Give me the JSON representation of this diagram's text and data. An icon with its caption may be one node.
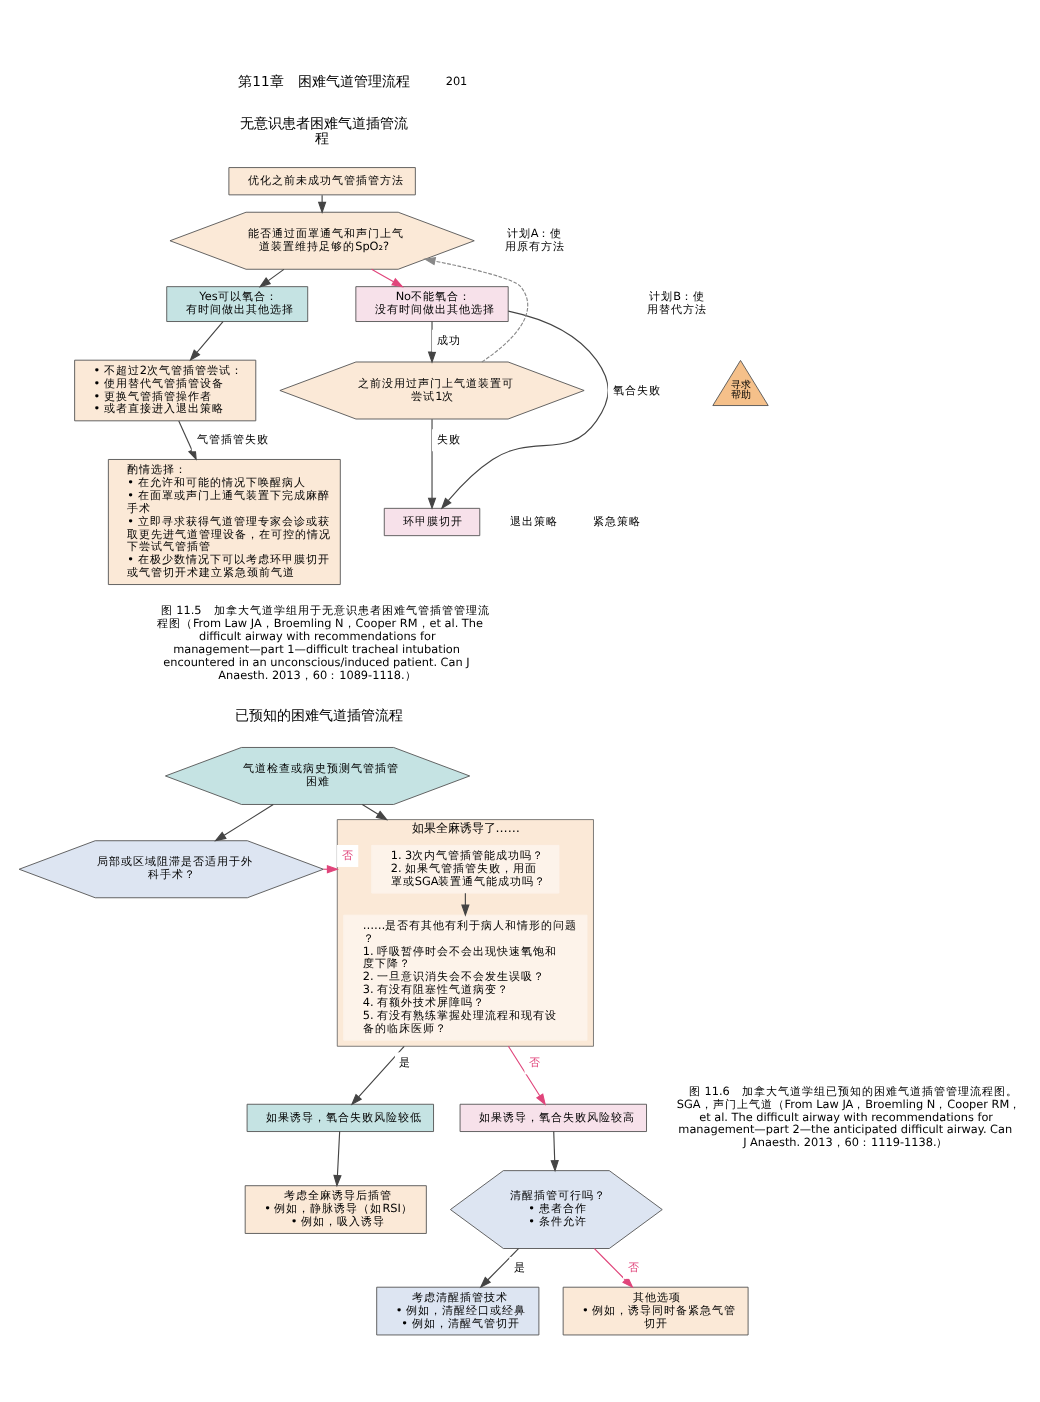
{
  "diagram": {
    "nodes": [
      {
        "text": [
          "优化之前未成功气管插管方法"
        ]
      },
      {
        "text": [
          "能否通过面罩通气和声门上气道装置维持足够的SpO₂?"
        ]
      },
      {
        "text": [
          "Yes可以氧合：",
          "有时间做出其他选择"
        ]
      },
      {
        "text": [
          "No不能氧合：",
          "没有时间做出其他选择"
        ]
      },
      {
        "text": [
          "• 不超过2次气管插管尝试：",
          "• 使用替代气管插管设备",
          "• 更换气管插管操作者",
          "• 或者直接进入退出策略"
        ]
      },
      {
        "text": [
          "酌情选择：",
          "• 在允许和可能的情况下唤醒病人",
          "• 在面罩或声门上通气装置下完成麻醉手术",
          "• 立即寻求获得气道管理专家会诊或获取更先进气道管理设备，在可控的情况下尝试气管插管",
          "• 在极少数情况下可以考虑环甲膜切开或气管切开术建立紧急颈前气道"
        ]
      },
      {
        "text": [
          "寻求帮助"
        ]
      },
      {
        "text": [
          "之前没用过声门上气道装置可尝试1次"
        ]
      },
      {
        "text": [
          "环甲膜切开"
        ]
      },
      {
        "text": [
          "气道检查或病史预测气管插管困难"
        ]
      },
      {
        "text": [
          "局部或区域阻滞是否适用于外科手术？"
        ]
      },
      {
        "text": [
          "如果全麻诱导了……"
        ]
      },
      {
        "text": [
          "1. 3次内气管插管能成功吗？",
          "2. 如果气管插管失败，用面罩或SGA装置通气能成功吗？"
        ],
        "in": 11
      },
      {
        "text": [
          "……是否有其他有利于病人和情形的问题？",
          "1. 呼吸暂停时会不会出现快速氧饱和度下降？",
          "2. 一旦意识消失会不会发生误吸？",
          "3. 有没有阻塞性气道病变？",
          "4. 有额外技术屏障吗？",
          "5. 有没有熟练掌握处理流程和现有设备的临床医师？"
        ],
        "in": 11
      },
      {
        "text": [
          "如果诱导，氧合失败风险较低"
        ]
      },
      {
        "text": [
          "如果诱导，氧合失败风险较高"
        ]
      },
      {
        "text": [
          "考虑全麻诱导后插管",
          "• 例如，静脉诱导（如RSI）",
          "• 例如，吸入诱导"
        ]
      },
      {
        "text": [
          "清醒插管可行吗？",
          "• 患者合作",
          "• 条件允许"
        ]
      },
      {
        "text": [
          "考虑清醒插管技术",
          "• 例如，清醒经口或经鼻",
          "• 例如，清醒气管切开"
        ]
      },
      {
        "text": [
          "其他选项",
          "• 例如，诱导同时备紧急气管切开"
        ]
      }
    ],
    "edges": [
      {
        "from": 0,
        "to": 1,
        "arrow": "to"
      },
      {
        "from": 1,
        "to": 2,
        "arrow": "to"
      },
      {
        "from": 1,
        "to": 3,
        "arrow": "to",
        "color": "#e0457b"
      },
      {
        "from": 2,
        "to": 4,
        "arrow": "to"
      },
      {
        "from": 4,
        "to": 5,
        "label": "气管插管失败",
        "arrow": "to"
      },
      {
        "from": 3,
        "to": 8,
        "label": "氧合失败",
        "arrow": "to"
      },
      {
        "from": 3,
        "to": 7,
        "label": "成功",
        "arrow": "to"
      },
      {
        "from": 7,
        "to": 8,
        "label": "失败",
        "arrow": "to"
      },
      {
        "from": 7,
        "to": 1,
        "arrow": "to",
        "style": "dashed",
        "color": "#888888"
      },
      {
        "from": 9,
        "to": 10,
        "arrow": "to"
      },
      {
        "from": 9,
        "to": 11,
        "arrow": "to"
      },
      {
        "from": 10,
        "to": 11,
        "label": "否",
        "arrow": "to",
        "style": "dashed",
        "color": "#e0457b"
      },
      {
        "from": 12,
        "to": 13,
        "arrow": "to"
      },
      {
        "from": 11,
        "to": 14,
        "label": "是",
        "arrow": "to"
      },
      {
        "from": 11,
        "to": 15,
        "label": "否",
        "arrow": "to",
        "color": "#e0457b"
      },
      {
        "from": 14,
        "to": 16,
        "arrow": "to"
      },
      {
        "from": 15,
        "to": 17,
        "arrow": "to"
      },
      {
        "from": 17,
        "to": 18,
        "label": "是",
        "arrow": "to"
      },
      {
        "from": 17,
        "to": 19,
        "label": "否",
        "arrow": "to",
        "color": "#e0457b"
      }
    ],
    "labels": [
      "第11章　困难气道管理流程",
      "201",
      "无意识患者困难气道插管流程",
      "计划A：使用原有方法",
      "计划B：使用替代方法",
      "退出策略",
      "紧急策略",
      "图 11.5　加拿大气道学组用于无意识患者困难气管插管管理流程图（From Law JA，Broemling N，Cooper RM，et al. The difficult airway with recommendations for management—part 1—difficult tracheal intubation encountered in an unconscious/induced patient. Can J Anaesth. 2013，60：1089-1118.）",
      "已预知的困难气道插管流程",
      "图 11.6　加拿大气道学组已预知的困难气道插管管理流程图。SGA，声门上气道（From Law JA，Broemling N，Cooper RM，et al. The difficult airway with recommendations for management—part 2—the anticipated difficult airway. Can J Anaesth. 2013，60：1119-1138.）"
    ]
  }
}
